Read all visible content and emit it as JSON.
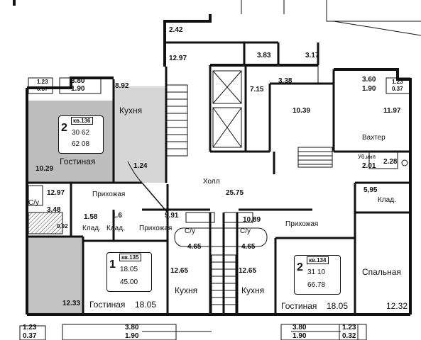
{
  "top_numbers": [
    "2.42",
    "12.97",
    "3.83",
    "3.17",
    "3.38",
    "3.60",
    "1.90",
    "1.23",
    "0.37",
    "1.23",
    "0.37",
    "3.80",
    "1.90"
  ],
  "apartments": [
    {
      "number": "2",
      "code": "кв.136",
      "line1": "30 62",
      "line2": "62 08"
    },
    {
      "number": "1",
      "code": "кв.135",
      "line1": "18.05",
      "line2": "45.00"
    },
    {
      "number": "2",
      "code": "кв.134",
      "line1": "31 10",
      "line2": "66.78"
    }
  ],
  "rooms": {
    "kitchen_top": "Кухня",
    "kitchen_top_area": "8.92",
    "living_left": "Гостиная",
    "living_left_area": "10.29",
    "area_124": "1.24",
    "hall_left": "Прихожая",
    "hall_left_area": "12.97",
    "bath_left": "С/у",
    "bath_left_area": "3.48",
    "area_092": "0.92",
    "area_158": "1.58",
    "storage": "Клад.",
    "bottom_left_area": "12.33",
    "area_715": "7.15",
    "area_1039": "10.39",
    "area_1197": "11.97",
    "guard": "Вахтер",
    "utility": "Уб.иня",
    "utility_area": "2.01",
    "area_228": "2.28",
    "hall": "Холл",
    "hall_area": "25.75",
    "area_595": "5,95",
    "storage2": "Клад.",
    "area_16": "1.6",
    "storage3": "Клад.",
    "hall_mid": "Прихожая",
    "area_591": "5.91",
    "area_1089": "10.89",
    "hall_right": "Прихожая",
    "bath_a": "С/у",
    "bath_b": "С/у",
    "bath_a_area": "4.65",
    "bath_b_area": "4.65",
    "kitchen_a_area": "12.65",
    "kitchen_b_area": "12.65",
    "kitchen_a": "Кухня",
    "kitchen_b": "Кухня",
    "living_mid": "Гостиная",
    "living_mid_area": "18.05",
    "living_right": "Гостиная",
    "living_right_area": "18.05",
    "bedroom": "Спальная",
    "bedroom_area": "12.32"
  },
  "bottom_numbers": [
    "1.23",
    "0.37",
    "3.80",
    "1.90",
    "3.80",
    "1.90",
    "1.23",
    "0.32"
  ]
}
